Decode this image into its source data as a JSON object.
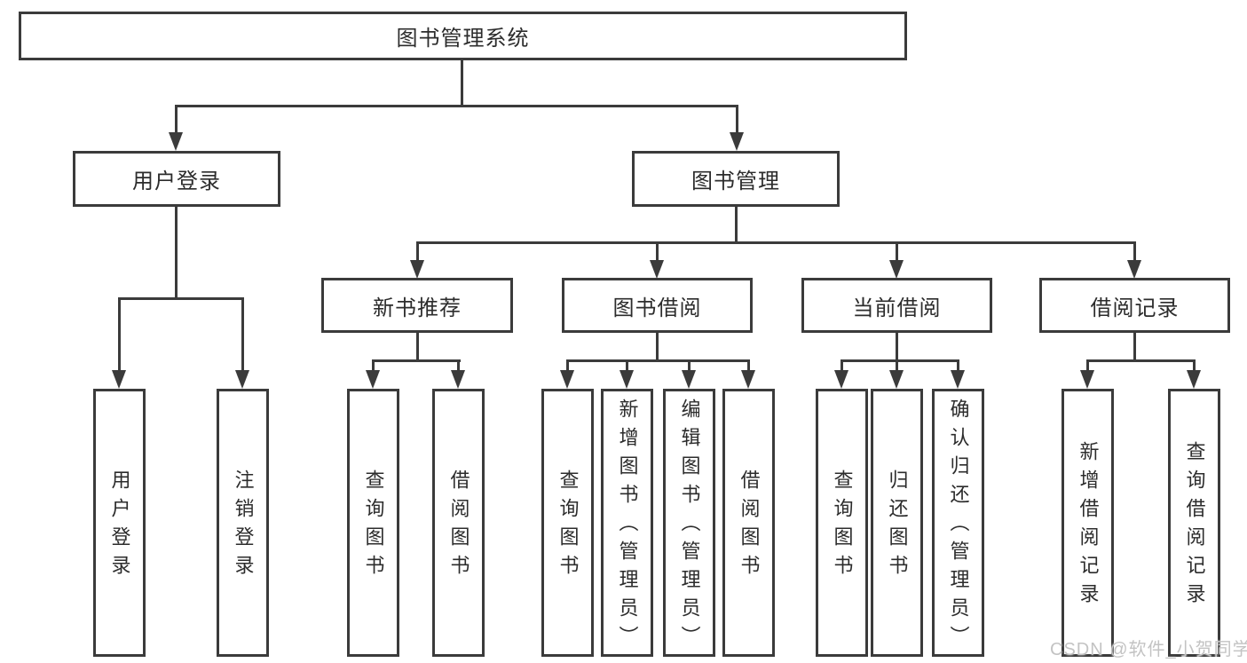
{
  "diagram": {
    "title": "图书管理系统",
    "level2": [
      {
        "label": "用户登录"
      },
      {
        "label": "图书管理"
      }
    ],
    "level3": [
      {
        "label": "新书推荐",
        "parent": "图书管理"
      },
      {
        "label": "图书借阅",
        "parent": "图书管理"
      },
      {
        "label": "当前借阅",
        "parent": "图书管理"
      },
      {
        "label": "借阅记录",
        "parent": "图书管理"
      }
    ],
    "leaves": [
      {
        "label": "用户登录",
        "parent": "用户登录"
      },
      {
        "label": "注销登录",
        "parent": "用户登录"
      },
      {
        "label": "查询图书",
        "parent": "新书推荐"
      },
      {
        "label": "借阅图书",
        "parent": "新书推荐"
      },
      {
        "label": "查询图书",
        "parent": "图书借阅"
      },
      {
        "label": "新增图书（管理员）",
        "parent": "图书借阅"
      },
      {
        "label": "编辑图书（管理员）",
        "parent": "图书借阅"
      },
      {
        "label": "借阅图书",
        "parent": "图书借阅"
      },
      {
        "label": "查询图书",
        "parent": "当前借阅"
      },
      {
        "label": "归还图书",
        "parent": "当前借阅"
      },
      {
        "label": "确认归还（管理员）",
        "parent": "当前借阅"
      },
      {
        "label": "新增借阅记录",
        "parent": "借阅记录"
      },
      {
        "label": "查询借阅记录",
        "parent": "借阅记录"
      }
    ],
    "watermark": "CSDN @软件_小贺同学",
    "colors": {
      "line": "#3b3b3b",
      "text": "#2c2c2c",
      "box_background": "#ffffff",
      "watermark": "#c3c3c3"
    }
  }
}
